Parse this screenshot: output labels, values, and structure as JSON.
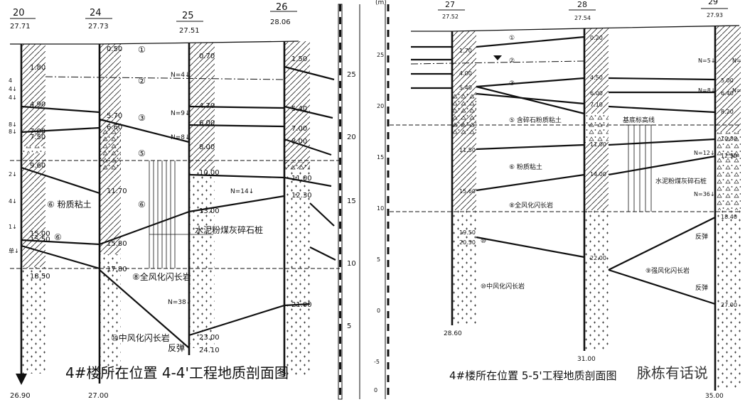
{
  "left_section": {
    "title": "4#楼所在位置  4-4'工程地质剖面图",
    "boreholes": [
      {
        "id": "20",
        "elev": "27.71",
        "depths": [
          "1.80",
          "4.90",
          "7.00",
          "7.50",
          "9.60",
          "15.00",
          "15.50",
          "18.50"
        ],
        "bottom": "26.90"
      },
      {
        "id": "24",
        "elev": "27.73",
        "depths": [
          "0.50",
          "5.70",
          "6.60",
          "11.70",
          "15.80",
          "17.80"
        ],
        "bottom": "27.00"
      },
      {
        "id": "25",
        "elev": "27.51",
        "depths": [
          "0.70",
          "4.70",
          "6.00",
          "8.00",
          "10.00",
          "13.00",
          "23.00",
          "24.10"
        ]
      },
      {
        "id": "26",
        "elev": "28.06",
        "depths": [
          "1.50",
          "5.40",
          "7.00",
          "8.00",
          "11.00",
          "12.30",
          "21.00"
        ]
      }
    ],
    "spt_marks": [
      "N=4↓",
      "N=9↓",
      "N=8↓",
      "N=14↓",
      "N=38↓"
    ],
    "layer_labels": [
      "①",
      "②",
      "③",
      "⑤",
      "⑥",
      "⑥ 粉质粘土",
      "⑧全风化闪长岩",
      "⑩中风化闪长岩",
      "⑥"
    ],
    "pile_label": "水泥粉煤灰碎石桩",
    "rebound_label": "反弹",
    "edge_marks": [
      "4",
      "4↓",
      "4↓",
      "8↓",
      "8↓",
      "2↓",
      "4↓",
      "1↓",
      "单↓"
    ],
    "scale_unit": "(m)",
    "scale_a": [
      "25",
      "20",
      "15",
      "10",
      "5"
    ],
    "scale_b": [
      "25",
      "20",
      "15",
      "10",
      "5",
      "0",
      "-5",
      "0"
    ]
  },
  "right_section": {
    "title": "4#楼所在位置  5-5'工程地质剖面图",
    "boreholes": [
      {
        "id": "27",
        "elev": "27.52",
        "depths": [
          "1.70",
          "4.00",
          "5.40",
          "11.50",
          "15.60",
          "19.50",
          "20.50"
        ],
        "bottom": "28.60"
      },
      {
        "id": "28",
        "elev": "27.54",
        "depths": [
          "0.20",
          "4.50",
          "6.00",
          "7.10",
          "11.00",
          "14.00",
          "22.00"
        ],
        "bottom": "31.00"
      },
      {
        "id": "29",
        "elev": "27.93",
        "depths": [
          "5.00",
          "6.40",
          "8.20",
          "10.80",
          "12.50",
          "18.40",
          "27.00"
        ],
        "bottom": "35.00"
      }
    ],
    "spt_marks": [
      "N=5↓",
      "N=8↓",
      "N=12↓",
      "N=36↓"
    ],
    "layer_labels": [
      "①",
      "②",
      "③",
      "⑤ 含碎石粉质粘土",
      "⑥ 粉质粘土",
      "⑧全风化闪长岩",
      "⑨强风化闪长岩",
      "⑩中风化闪长岩",
      "⑩"
    ],
    "base_line_label": "基底标高线",
    "pile_label": "水泥粉煤灰碎石桩",
    "rebound_label": "反弹",
    "edge_marks": [
      "N=",
      "N=",
      "N="
    ]
  },
  "watermark": "脉栋有话说"
}
